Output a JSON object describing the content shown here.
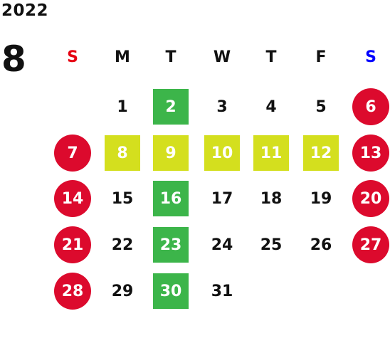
{
  "calendar": {
    "year": "2022",
    "month": "8",
    "weekdays": [
      "S",
      "M",
      "T",
      "W",
      "T",
      "F",
      "S"
    ],
    "colors": {
      "sunday_header": "#e60012",
      "saturday_header": "#0000ff",
      "holiday_circle": "#dc0a2d",
      "green_box": "#3cb54a",
      "yellow_box": "#d4df1e",
      "text": "#111111"
    },
    "weeks": [
      [
        {
          "day": ""
        },
        {
          "day": "1"
        },
        {
          "day": "2",
          "highlight": "green"
        },
        {
          "day": "3"
        },
        {
          "day": "4"
        },
        {
          "day": "5"
        },
        {
          "day": "6",
          "highlight": "holiday"
        }
      ],
      [
        {
          "day": "7",
          "highlight": "holiday"
        },
        {
          "day": "8",
          "highlight": "yellow"
        },
        {
          "day": "9",
          "highlight": "yellow"
        },
        {
          "day": "10",
          "highlight": "yellow"
        },
        {
          "day": "11",
          "highlight": "yellow"
        },
        {
          "day": "12",
          "highlight": "yellow"
        },
        {
          "day": "13",
          "highlight": "holiday"
        }
      ],
      [
        {
          "day": "14",
          "highlight": "holiday"
        },
        {
          "day": "15"
        },
        {
          "day": "16",
          "highlight": "green"
        },
        {
          "day": "17"
        },
        {
          "day": "18"
        },
        {
          "day": "19"
        },
        {
          "day": "20",
          "highlight": "holiday"
        }
      ],
      [
        {
          "day": "21",
          "highlight": "holiday"
        },
        {
          "day": "22"
        },
        {
          "day": "23",
          "highlight": "green"
        },
        {
          "day": "24"
        },
        {
          "day": "25"
        },
        {
          "day": "26"
        },
        {
          "day": "27",
          "highlight": "holiday"
        }
      ],
      [
        {
          "day": "28",
          "highlight": "holiday"
        },
        {
          "day": "29"
        },
        {
          "day": "30",
          "highlight": "green"
        },
        {
          "day": "31"
        },
        {
          "day": ""
        },
        {
          "day": ""
        },
        {
          "day": ""
        }
      ]
    ]
  }
}
